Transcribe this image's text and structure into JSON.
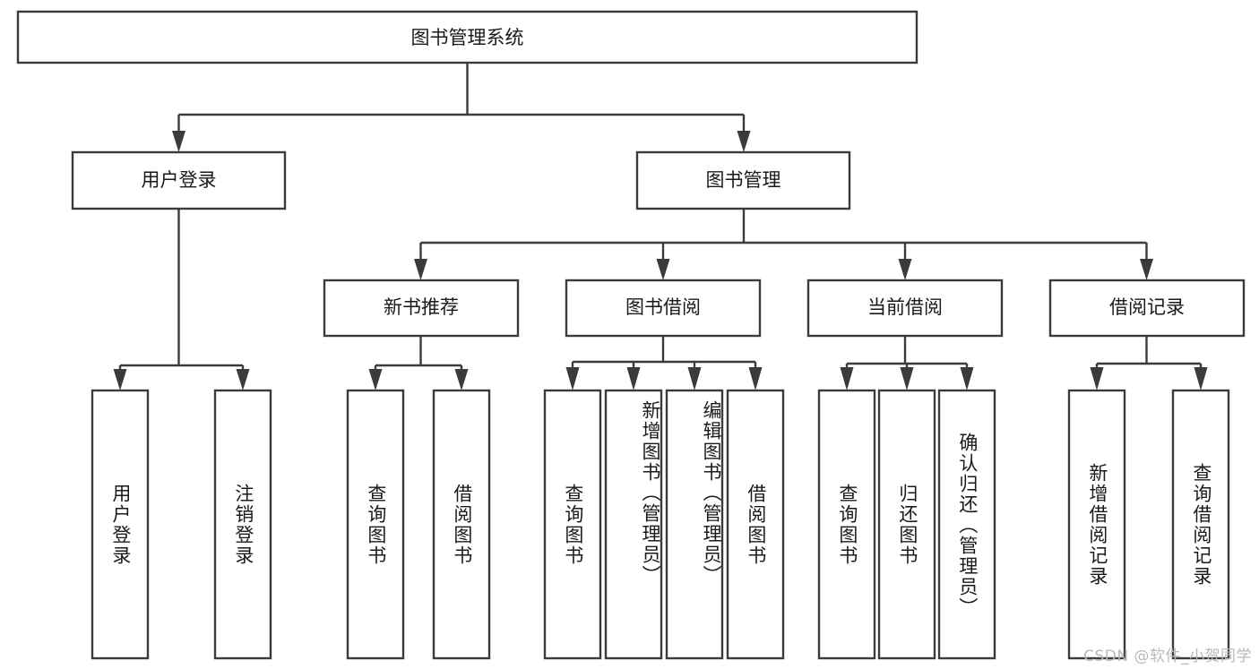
{
  "diagram": {
    "title": "图书管理系统",
    "type": "tree",
    "orientation": "top-down",
    "colors": {
      "box_stroke": "#3b3b3b",
      "box_fill": "#ffffff",
      "connector": "#3b3b3b",
      "text": "#1a1a1a",
      "background": "#ffffff",
      "watermark": "#b9b9b9"
    },
    "root": {
      "id": "root",
      "label": "图书管理系统"
    },
    "level2": [
      {
        "id": "user-login",
        "label": "用户登录"
      },
      {
        "id": "book-management",
        "label": "图书管理"
      }
    ],
    "level3": [
      {
        "id": "new-book-recommend",
        "label": "新书推荐",
        "parent": "book-management"
      },
      {
        "id": "book-borrow",
        "label": "图书借阅",
        "parent": "book-management"
      },
      {
        "id": "current-borrow",
        "label": "当前借阅",
        "parent": "book-management"
      },
      {
        "id": "borrow-record",
        "label": "借阅记录",
        "parent": "book-management"
      }
    ],
    "leaves": [
      {
        "id": "leaf-user-login",
        "label": "用户登录",
        "parent": "user-login"
      },
      {
        "id": "leaf-user-logout",
        "label": "注销登录",
        "parent": "user-login"
      },
      {
        "id": "leaf-query-book-1",
        "label": "查询图书",
        "parent": "new-book-recommend"
      },
      {
        "id": "leaf-borrow-book-1",
        "label": "借阅图书",
        "parent": "new-book-recommend"
      },
      {
        "id": "leaf-query-book-2",
        "label": "查询图书",
        "parent": "book-borrow"
      },
      {
        "id": "leaf-add-book",
        "label": "新增图书（管理员）",
        "parent": "book-borrow"
      },
      {
        "id": "leaf-edit-book",
        "label": "编辑图书（管理员）",
        "parent": "book-borrow"
      },
      {
        "id": "leaf-borrow-book-2",
        "label": "借阅图书",
        "parent": "book-borrow"
      },
      {
        "id": "leaf-query-book-3",
        "label": "查询图书",
        "parent": "current-borrow"
      },
      {
        "id": "leaf-return-book",
        "label": "归还图书",
        "parent": "current-borrow"
      },
      {
        "id": "leaf-confirm-return",
        "label": "确认归还（管理员）",
        "parent": "current-borrow"
      },
      {
        "id": "leaf-add-record",
        "label": "新增借阅记录",
        "parent": "borrow-record"
      },
      {
        "id": "leaf-query-record",
        "label": "查询借阅记录",
        "parent": "borrow-record"
      }
    ],
    "watermark": "CSDN @软件_小贺同学"
  }
}
